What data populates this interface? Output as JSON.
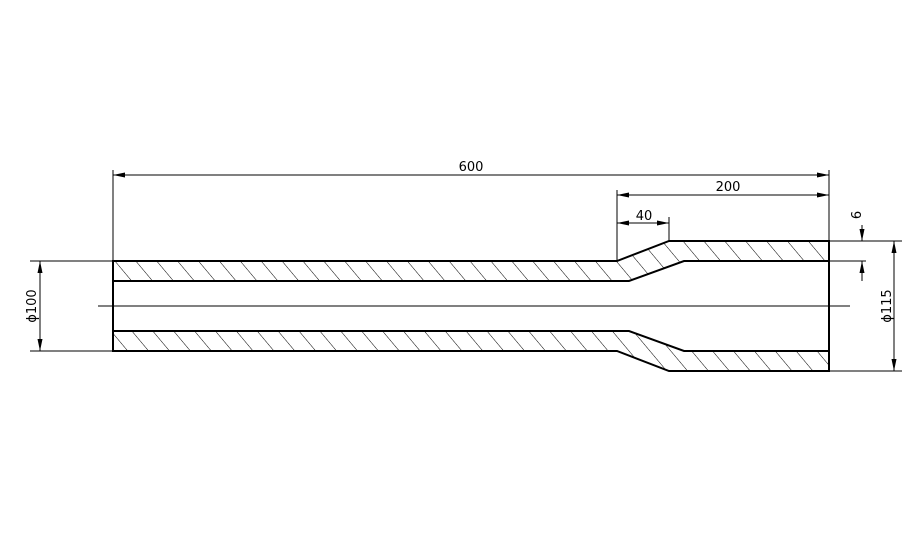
{
  "drawing": {
    "dimensions": {
      "total_length": "600",
      "right_section_length": "200",
      "taper_length": "40",
      "wall_offset": "6",
      "left_diameter": "ϕ100",
      "right_diameter": "ϕ115"
    }
  },
  "colors": {
    "line": "#000000",
    "background": "#ffffff"
  }
}
